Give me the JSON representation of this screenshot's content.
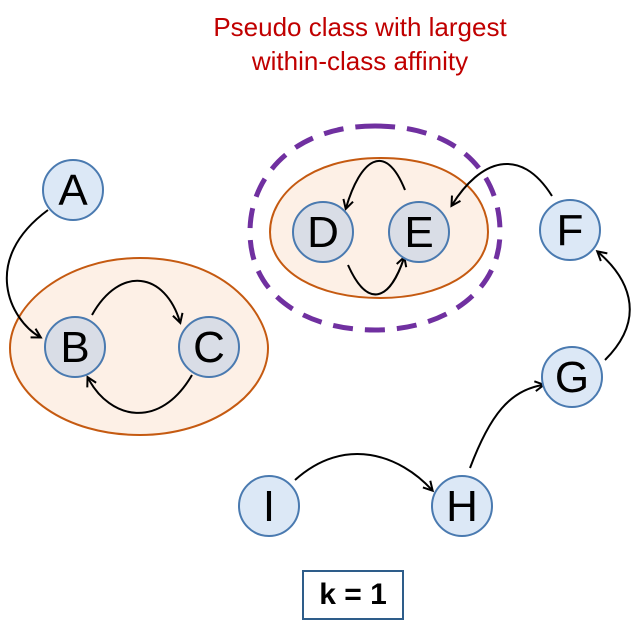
{
  "title": {
    "line1": "Pseudo class with largest",
    "line2": "within-class affinity"
  },
  "k_label": "k = 1",
  "colors": {
    "title": "#c00000",
    "node_fill_blue": "#dce8f6",
    "node_fill_gray": "#d9dde6",
    "node_stroke": "#4a7ab0",
    "class_fill": "#fdf0e6",
    "class_stroke": "#c55a11",
    "highlight_dash": "#7030a0",
    "k_box_border": "#2e5d8a"
  },
  "nodes": {
    "A": "A",
    "B": "B",
    "C": "C",
    "D": "D",
    "E": "E",
    "F": "F",
    "G": "G",
    "H": "H",
    "I": "I"
  },
  "edges": [
    {
      "from": "A",
      "to": "B"
    },
    {
      "from": "B",
      "to": "C"
    },
    {
      "from": "C",
      "to": "B"
    },
    {
      "from": "E",
      "to": "D"
    },
    {
      "from": "D",
      "to": "E"
    },
    {
      "from": "F",
      "to": "E"
    },
    {
      "from": "G",
      "to": "F"
    },
    {
      "from": "H",
      "to": "G"
    },
    {
      "from": "I",
      "to": "H"
    }
  ]
}
